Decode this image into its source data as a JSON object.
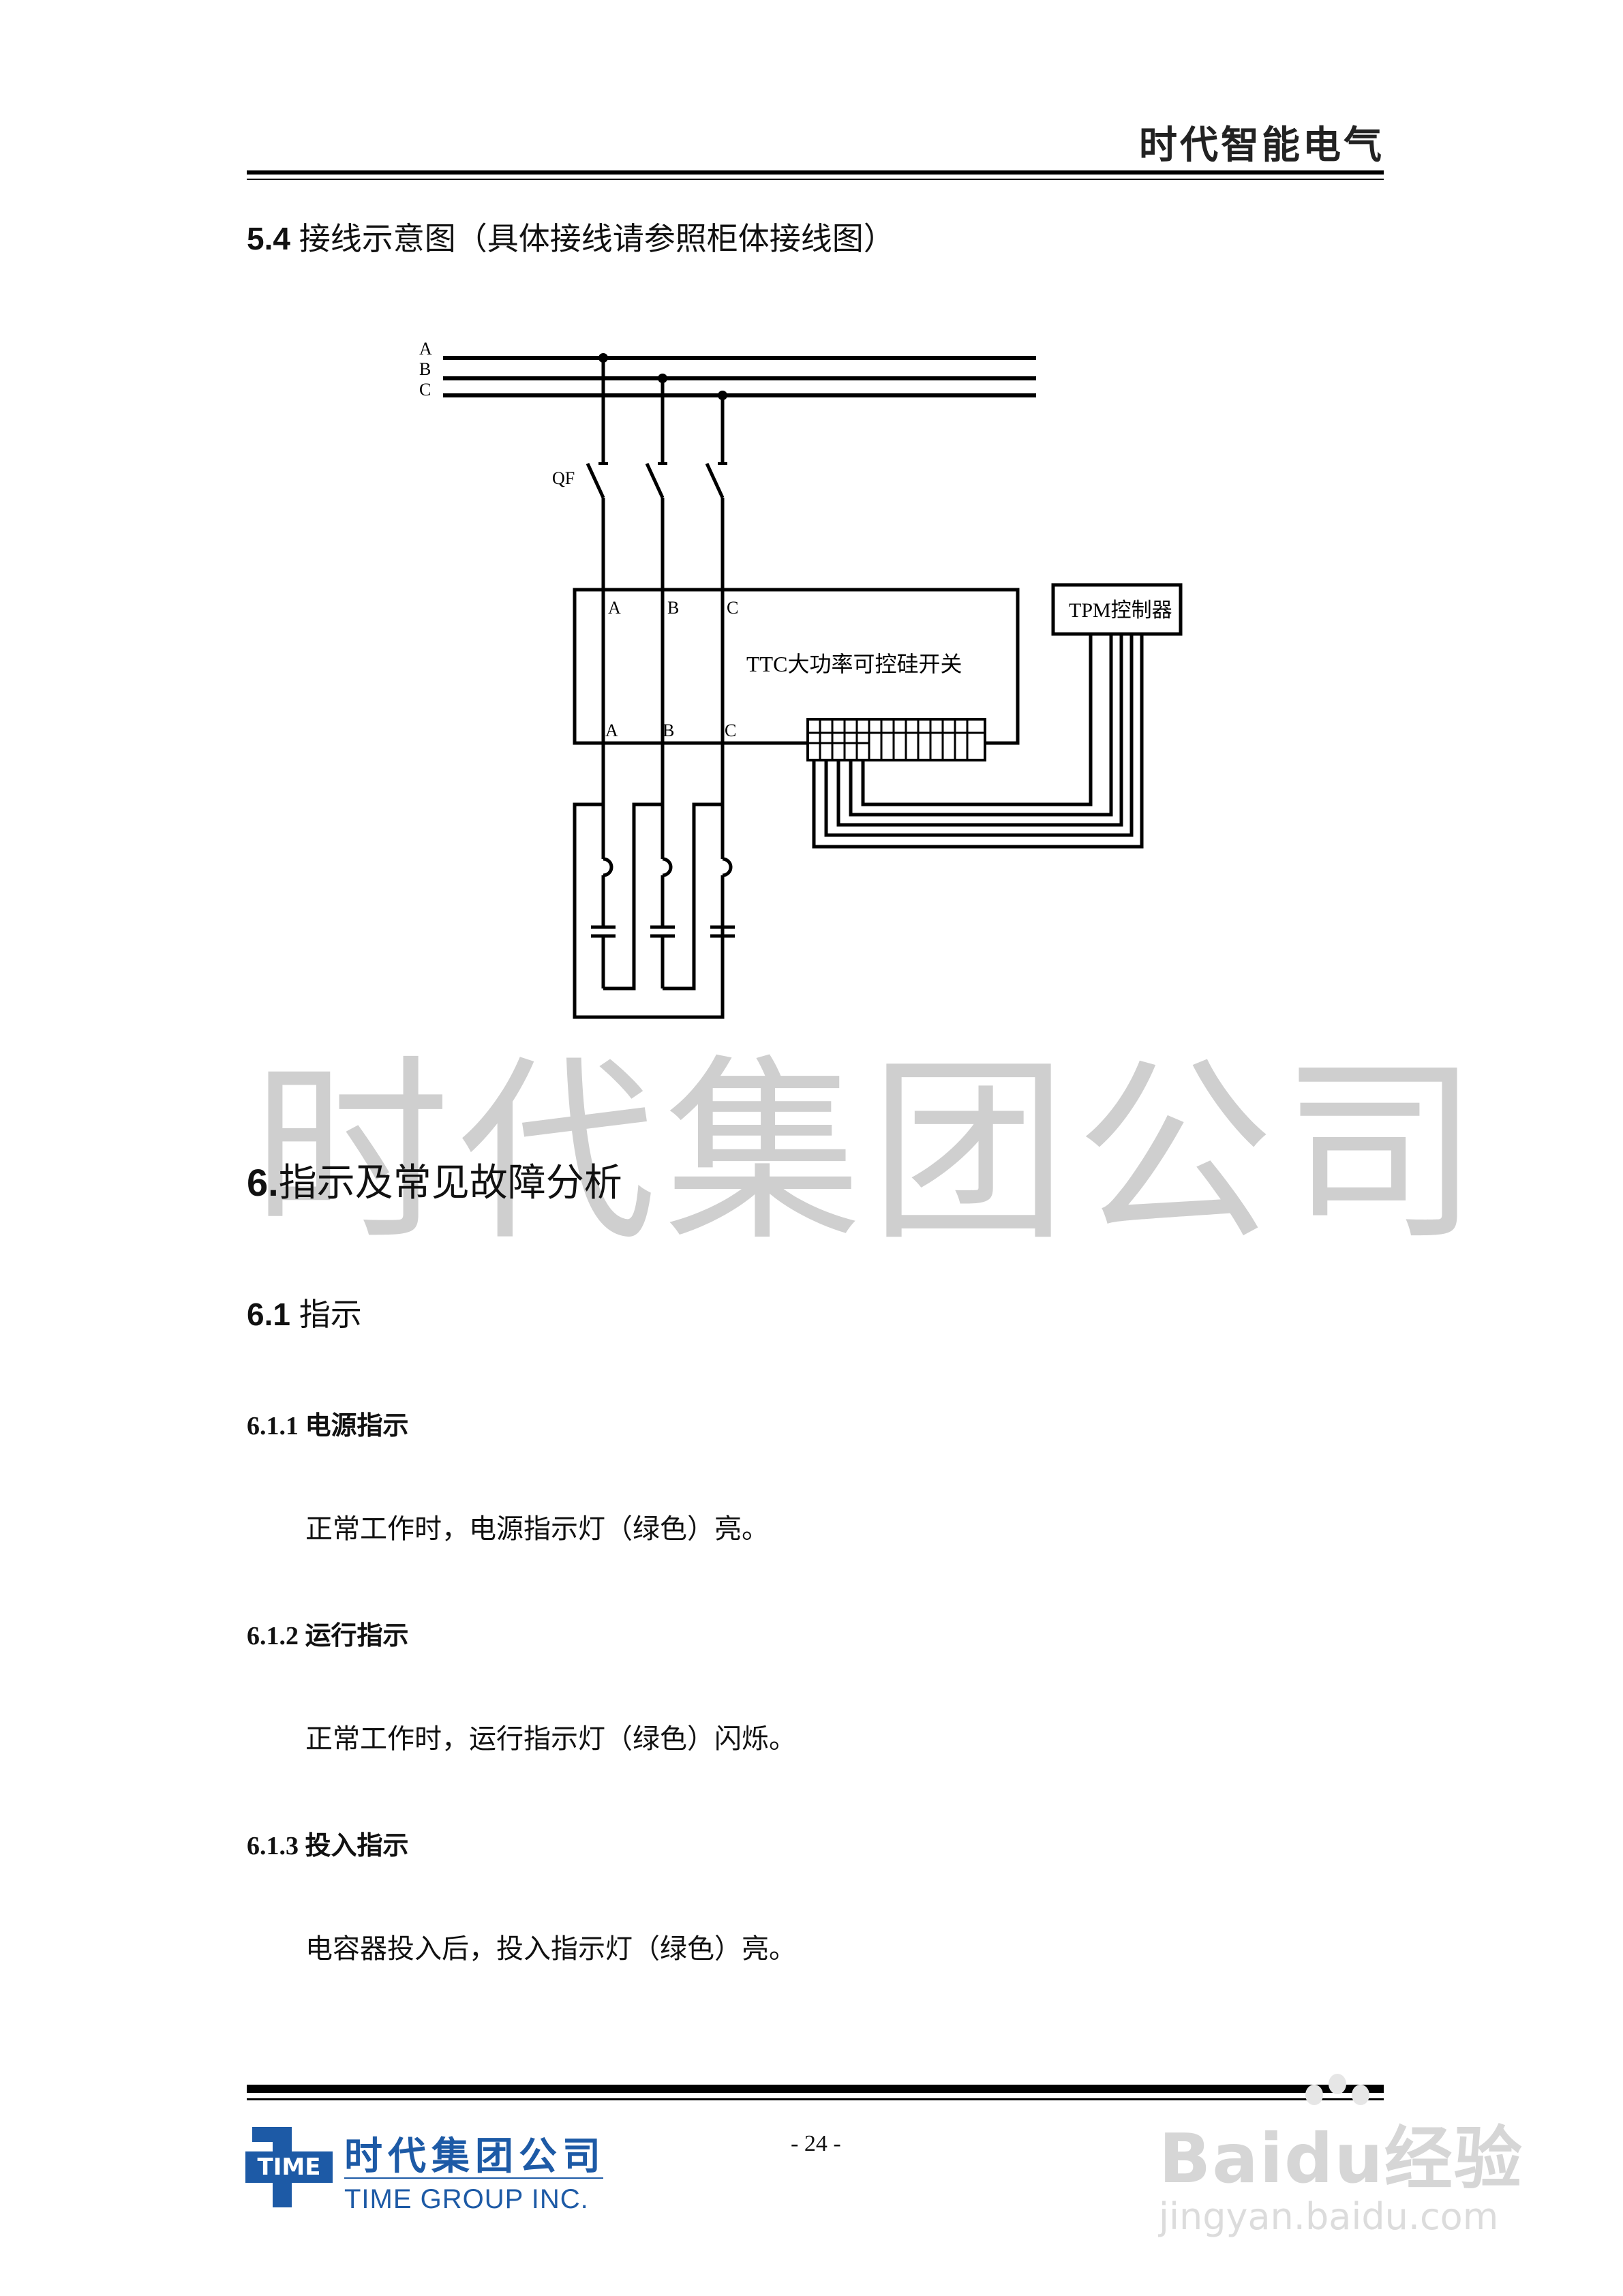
{
  "header": {
    "brand": "时代智能电气"
  },
  "section54": {
    "number": "5.4",
    "title": "接线示意图（具体接线请参照柜体接线图）"
  },
  "diagram": {
    "bus_labels": [
      "A",
      "B",
      "C"
    ],
    "breaker_label": "QF",
    "switch_title": "TTC大功率可控硅开关",
    "switch_top_phases": [
      "A",
      "B",
      "C"
    ],
    "switch_bottom_phases": [
      "A",
      "B",
      "C"
    ],
    "controller_label": "TPM控制器"
  },
  "watermark": "时代集团公司",
  "section6": {
    "number": "6.",
    "title": "指示及常见故障分析"
  },
  "section61": {
    "number": "6.1",
    "title": "指示"
  },
  "items": [
    {
      "number": "6.1.1",
      "title": "电源指示",
      "text": "正常工作时，电源指示灯（绿色）亮。"
    },
    {
      "number": "6.1.2",
      "title": "运行指示",
      "text": "正常工作时，运行指示灯（绿色）闪烁。"
    },
    {
      "number": "6.1.3",
      "title": "投入指示",
      "text": "电容器投入后，投入指示灯（绿色）亮。"
    }
  ],
  "footer": {
    "page_number": "- 24 -",
    "logo_mark": "TIME",
    "company_cn": "时代集团公司",
    "company_en": "TIME GROUP INC."
  },
  "baidu_watermark": {
    "brand": "Baidu经验",
    "url": "jingyan.baidu.com"
  }
}
